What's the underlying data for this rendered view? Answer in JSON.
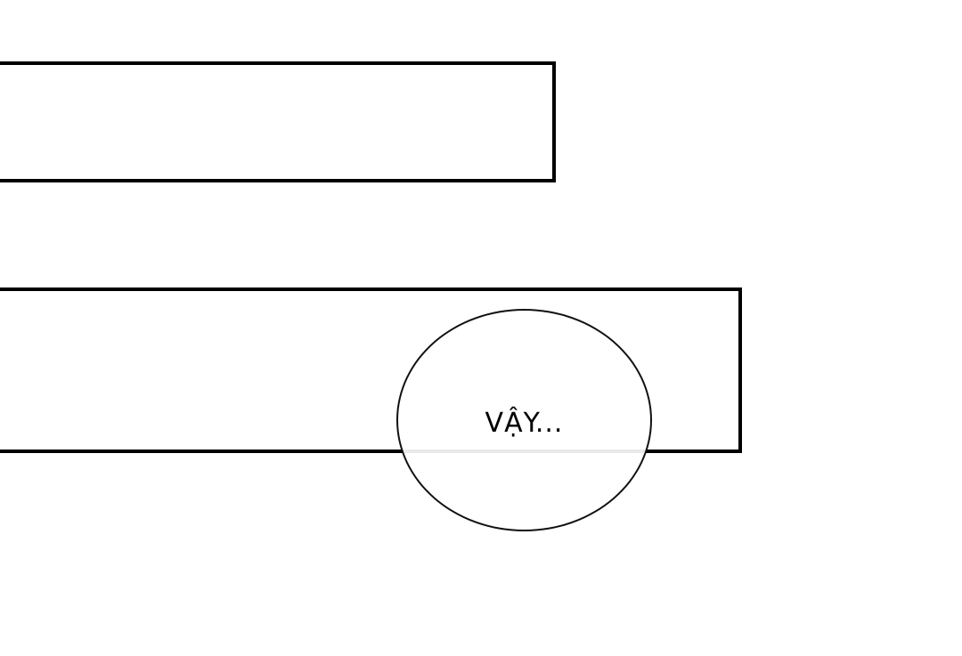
{
  "panels": [
    {
      "id": "top-panel"
    },
    {
      "id": "bottom-panel"
    }
  ],
  "speech_bubble": {
    "text": "VẬY..."
  },
  "colors": {
    "border": "#000000",
    "background": "#ffffff",
    "bubble_overlap_line": "#b5b5b5"
  }
}
